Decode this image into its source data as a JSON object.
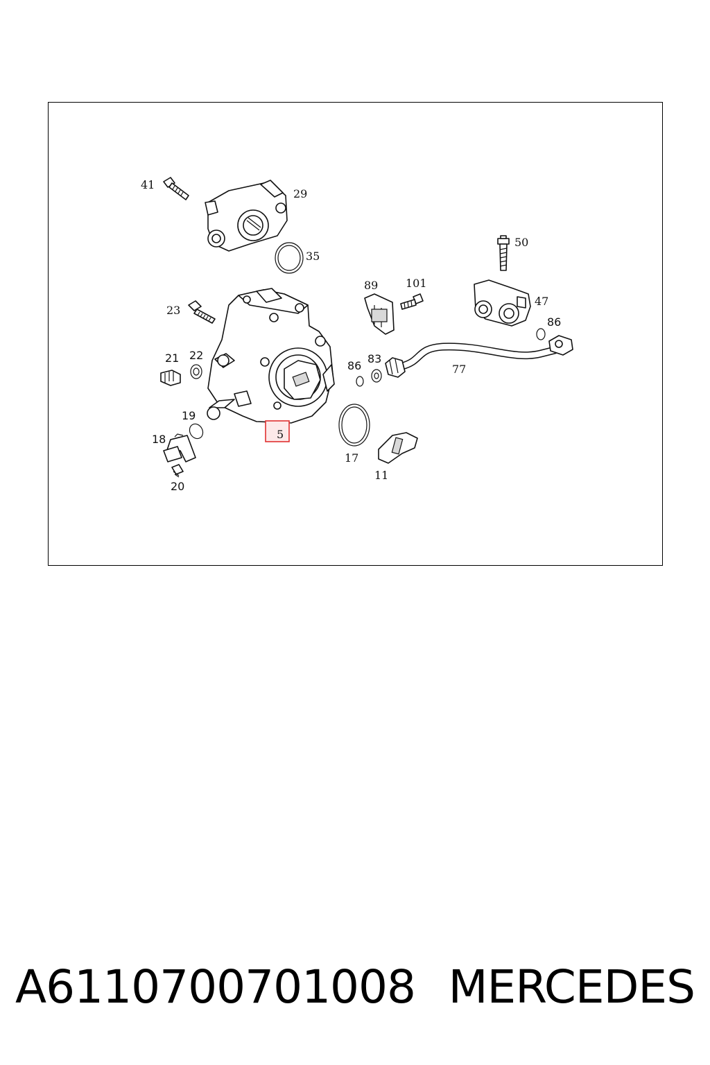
{
  "diagram": {
    "callouts": {
      "c41": "41",
      "c29": "29",
      "c35": "35",
      "c50": "50",
      "c89": "89",
      "c101": "101",
      "c47": "47",
      "c86a": "86",
      "c23": "23",
      "c21": "21",
      "c22": "22",
      "c86b": "86",
      "c83": "83",
      "c77": "77",
      "c19": "19",
      "c18": "18",
      "c5": "5",
      "c17": "17",
      "c11": "11",
      "c20": "20"
    },
    "highlight_color": "#e03030"
  },
  "caption": {
    "part_number": "A6110700701008",
    "brand": "MERCEDES"
  }
}
